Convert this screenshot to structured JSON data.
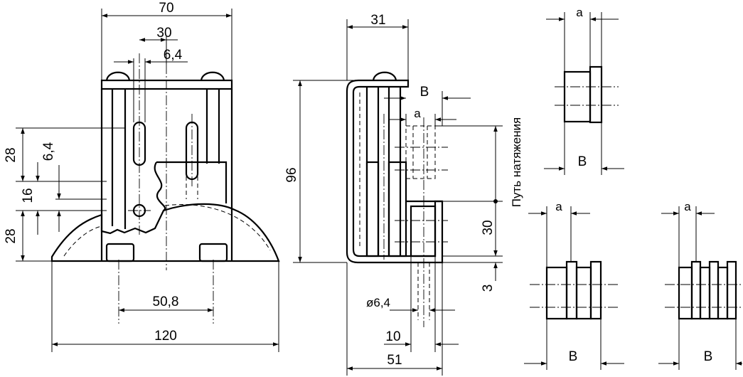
{
  "dimensions": {
    "width_70": "70",
    "width_30": "30",
    "slot_6_4": "6,4",
    "height_28_top": "28",
    "offset_6_4": "6,4",
    "height_16": "16",
    "height_28_bottom": "28",
    "holes_50_8": "50,8",
    "base_120": "120",
    "side_31": "31",
    "height_96": "96",
    "shaft_B": "B",
    "shaft_a": "a",
    "travel_30": "30",
    "offset_3": "3",
    "bore_6_4": "ø6,4",
    "width_10": "10",
    "depth_51": "51"
  },
  "labels": {
    "travel_path": "Путь натяжения"
  },
  "variants": {
    "single": {
      "a": "a",
      "b": "B"
    },
    "double": {
      "a": "a",
      "b": "B"
    },
    "triple": {
      "a": "a",
      "b": "B"
    }
  }
}
